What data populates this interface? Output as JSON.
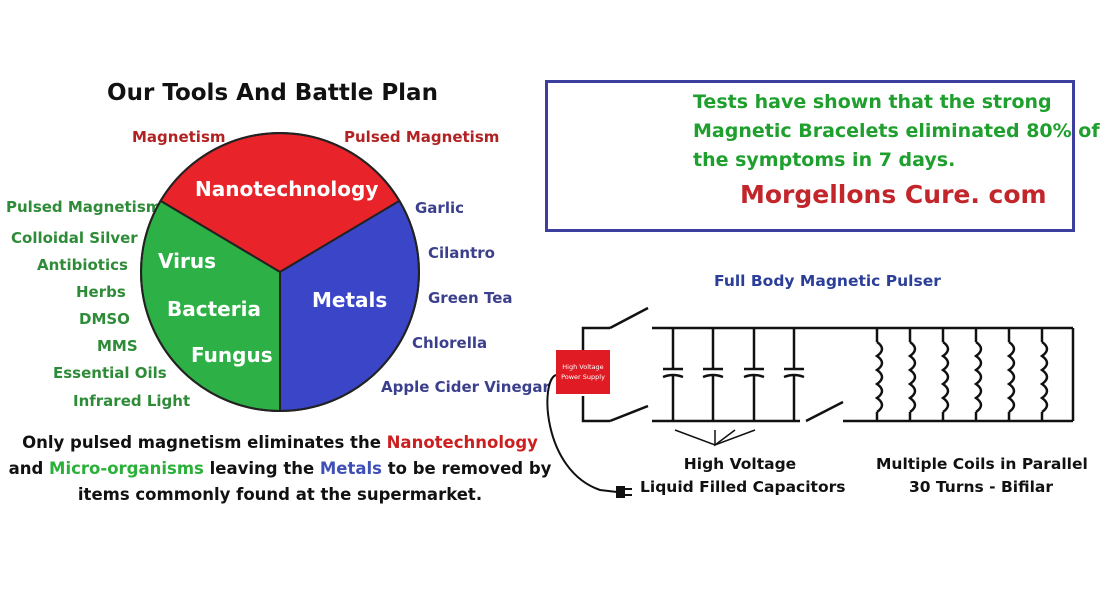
{
  "left": {
    "title": "Our Tools And Battle Plan",
    "top_labels": {
      "left": "Magnetism",
      "right": "Pulsed Magnetism"
    },
    "pie": {
      "red": "Nanotechnology",
      "green": [
        "Virus",
        "Bacteria",
        "Fungus"
      ],
      "blue": "Metals"
    },
    "green_list": [
      "Pulsed Magnetism",
      "Colloidal Silver",
      "Antibiotics",
      "Herbs",
      "DMSO",
      "MMS",
      "Essential Oils",
      "Infrared Light"
    ],
    "blue_list": [
      "Garlic",
      "Cilantro",
      "Green Tea",
      "Chlorella",
      "Apple Cider Vinegar"
    ],
    "caption": {
      "l1a": "Only pulsed magnetism eliminates the ",
      "l1b": "Nanotechnology",
      "l2a": "and ",
      "l2b": "Micro-organisms",
      "l2c": " leaving the ",
      "l2d": "Metals",
      "l2e": " to be removed by",
      "l3": "items commonly found at the supermarket."
    }
  },
  "promo": {
    "line1": "Tests have shown that the strong",
    "line2": "Magnetic Bracelets eliminated  80% of",
    "line3": "the symptoms  in 7 days.",
    "site": "Morgellons Cure. com"
  },
  "diagram": {
    "title": "Full Body Magnetic Pulser",
    "power_supply": [
      "High Voltage",
      "Power Supply"
    ],
    "capacitor_label": [
      "High Voltage",
      "Liquid Filled Capacitors"
    ],
    "coil_label": [
      "Multiple Coils in Parallel",
      "30 Turns - Bifilar"
    ]
  },
  "colors": {
    "pie_red": "#e8232a",
    "pie_green": "#2db045",
    "pie_blue": "#3a45c8",
    "box_border": "#3d3f9e",
    "power_supply": "#e01b24"
  }
}
